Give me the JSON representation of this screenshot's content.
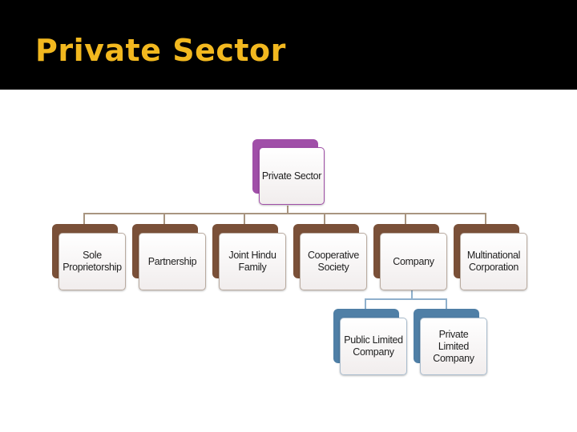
{
  "slide": {
    "title": "Private Sector"
  },
  "colors": {
    "title_bar": "#000000",
    "title_text": "#f2b81f",
    "root_tab": "#a04fa8",
    "root_border": "#a04fa8",
    "level1_tab": "#7a5038",
    "level1_line": "#a89580",
    "level2_tab": "#4f7fa6",
    "level2_line": "#8fb0cc"
  },
  "org_chart": {
    "root": {
      "label": "Private Sector"
    },
    "level1": [
      {
        "label": "Sole\nProprietorship"
      },
      {
        "label": "Partnership"
      },
      {
        "label": "Joint Hindu\nFamily"
      },
      {
        "label": "Cooperative\nSociety"
      },
      {
        "label": "Company"
      },
      {
        "label": "Multinational\nCorporation"
      }
    ],
    "company_children": [
      {
        "label": "Public Limited\nCompany"
      },
      {
        "label": "Private\nLimited\nCompany"
      }
    ]
  }
}
